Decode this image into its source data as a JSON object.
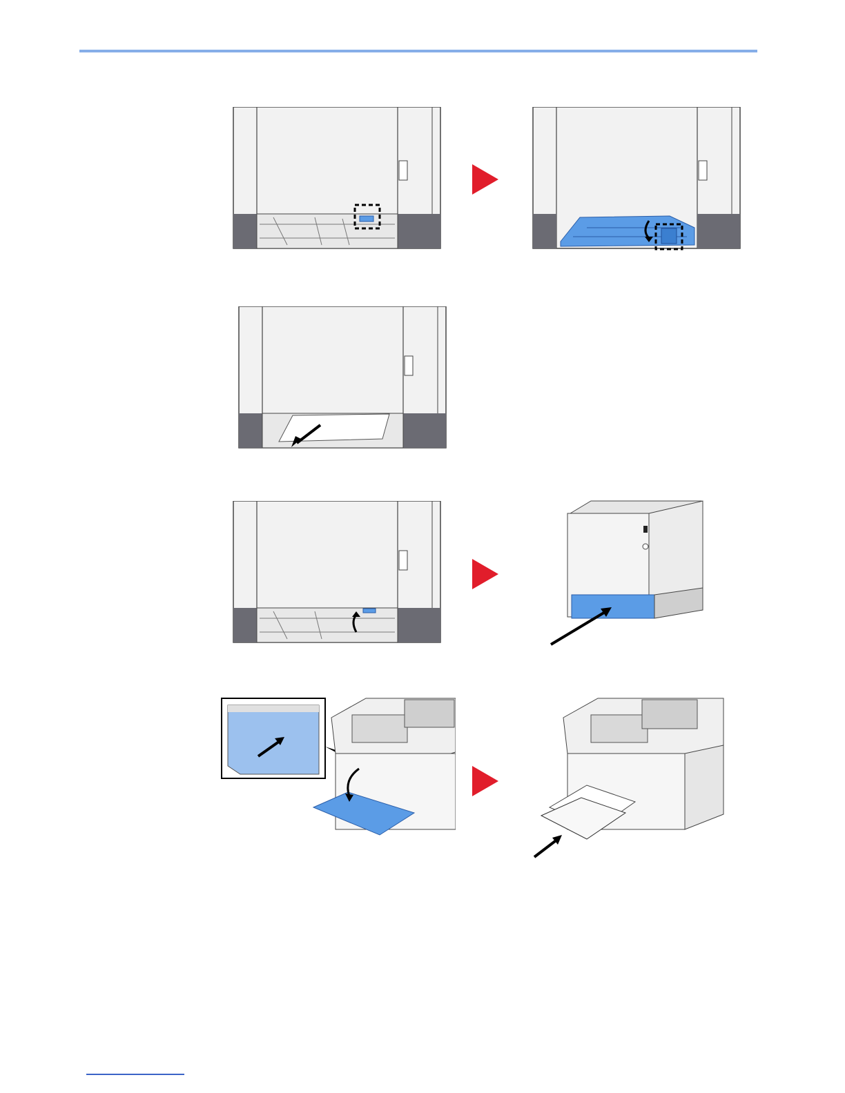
{
  "page": {
    "header_rule_color": "#86aee8",
    "footer_rule_color": "#3b63c7"
  },
  "colors": {
    "printer_body": "#f2f2f2",
    "printer_base": "#6b6b73",
    "highlight_blue": "#5b9ce6",
    "step_arrow": "#e11d2b"
  },
  "figures": [
    {
      "id": "step-1a",
      "description_icon": "release-lever-highlighted"
    },
    {
      "id": "step-1b",
      "description_icon": "open-cover-lever"
    },
    {
      "id": "step-2",
      "description_icon": "remove-jammed-paper"
    },
    {
      "id": "step-3a",
      "description_icon": "push-lever-back"
    },
    {
      "id": "step-3b",
      "description_icon": "push-cassette-in"
    },
    {
      "id": "step-4a",
      "description_icon": "open-multipurpose-tray"
    },
    {
      "id": "step-4b",
      "description_icon": "load-paper-mp-tray"
    }
  ]
}
